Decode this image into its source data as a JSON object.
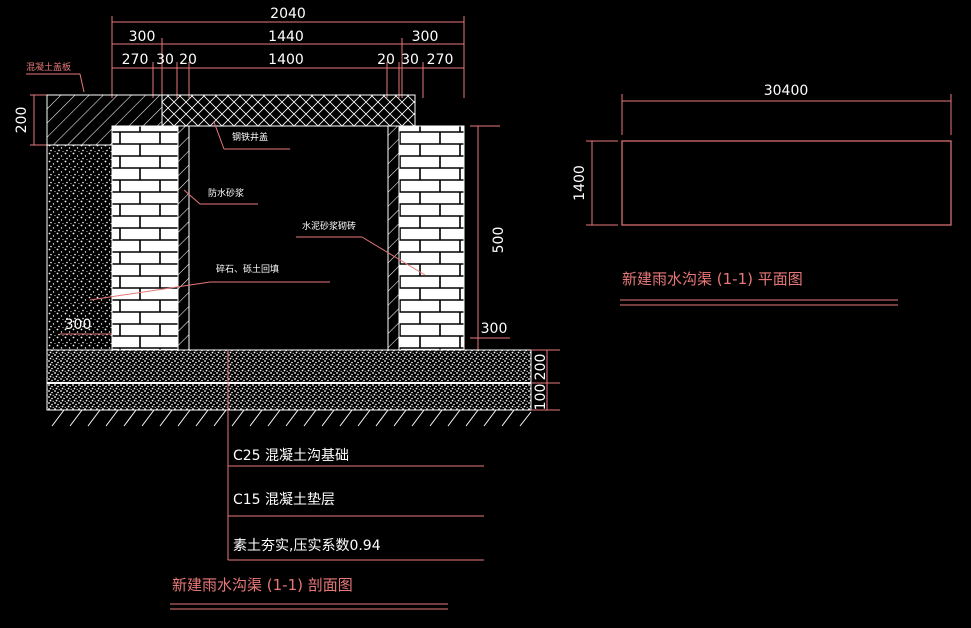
{
  "section": {
    "dims_top": {
      "total": "2040",
      "left": "300",
      "mid": "1440",
      "right": "300"
    },
    "dims_second": [
      "270",
      "30",
      "20",
      "1400",
      "20",
      "30",
      "270"
    ],
    "dim_cover": "200",
    "dim_height": "500",
    "dim_left_300": "300",
    "dim_right_300": "300",
    "dim_base_200": "200",
    "dim_base_100": "100",
    "label_concrete_cover": "混凝土盖板",
    "label_steel_cover": "钢铁井盖",
    "label_waterproof": "防水砂浆",
    "label_mortar_brick": "水泥砂浆砌砖",
    "label_backfill": "碎石、砾土回填",
    "layers": [
      "C25 混凝土沟基础",
      "C15 混凝土垫层",
      "素土夯实,压实系数0.94"
    ],
    "title": "新建雨水沟渠 (1-1) 剖面图"
  },
  "plan": {
    "dim_length": "30400",
    "dim_width": "1400",
    "title": "新建雨水沟渠 (1-1) 平面图"
  },
  "colors": {
    "line": "#e87878",
    "fill": "#ffffff",
    "bg": "#000000"
  }
}
